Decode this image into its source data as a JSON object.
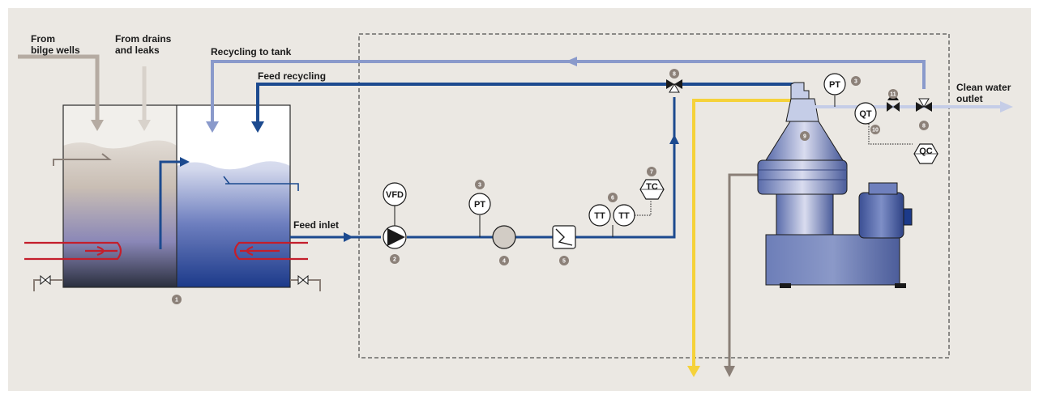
{
  "labels": {
    "from_bilge_1": "From",
    "from_bilge_2": "bilge wells",
    "from_drains_1": "From drains",
    "from_drains_2": "and leaks",
    "recycling_to_tank": "Recycling to tank",
    "feed_recycling": "Feed recycling",
    "feed_inlet": "Feed inlet",
    "clean_water_1": "Clean water",
    "clean_water_2": "outlet"
  },
  "instruments": {
    "vfd": "VFD",
    "pt_pump": "PT",
    "tt_1": "TT",
    "tt_2": "TT",
    "tc": "TC",
    "pt_sep": "PT",
    "qt": "QT",
    "qc": "QC"
  },
  "markers": {
    "tank": "1",
    "pump": "2",
    "pt_pump": "3",
    "strainer": "4",
    "heater": "5",
    "tt": "6",
    "tc": "7",
    "valve_feed": "8",
    "separator": "9",
    "qt": "10",
    "valve_reg": "11",
    "pt_sep": "3",
    "valve_outlet": "8"
  },
  "colors": {
    "background": "#ebe8e3",
    "feed_line": "#1c4a8f",
    "recycle_line": "#8a9acb",
    "clean_water": "#c5cde7",
    "sludge_line": "#8a7f77",
    "oil_line": "#f5d23a",
    "heater_coil": "#c41e2b",
    "equipment": "#5a6cab",
    "marker": "#8c8179"
  }
}
